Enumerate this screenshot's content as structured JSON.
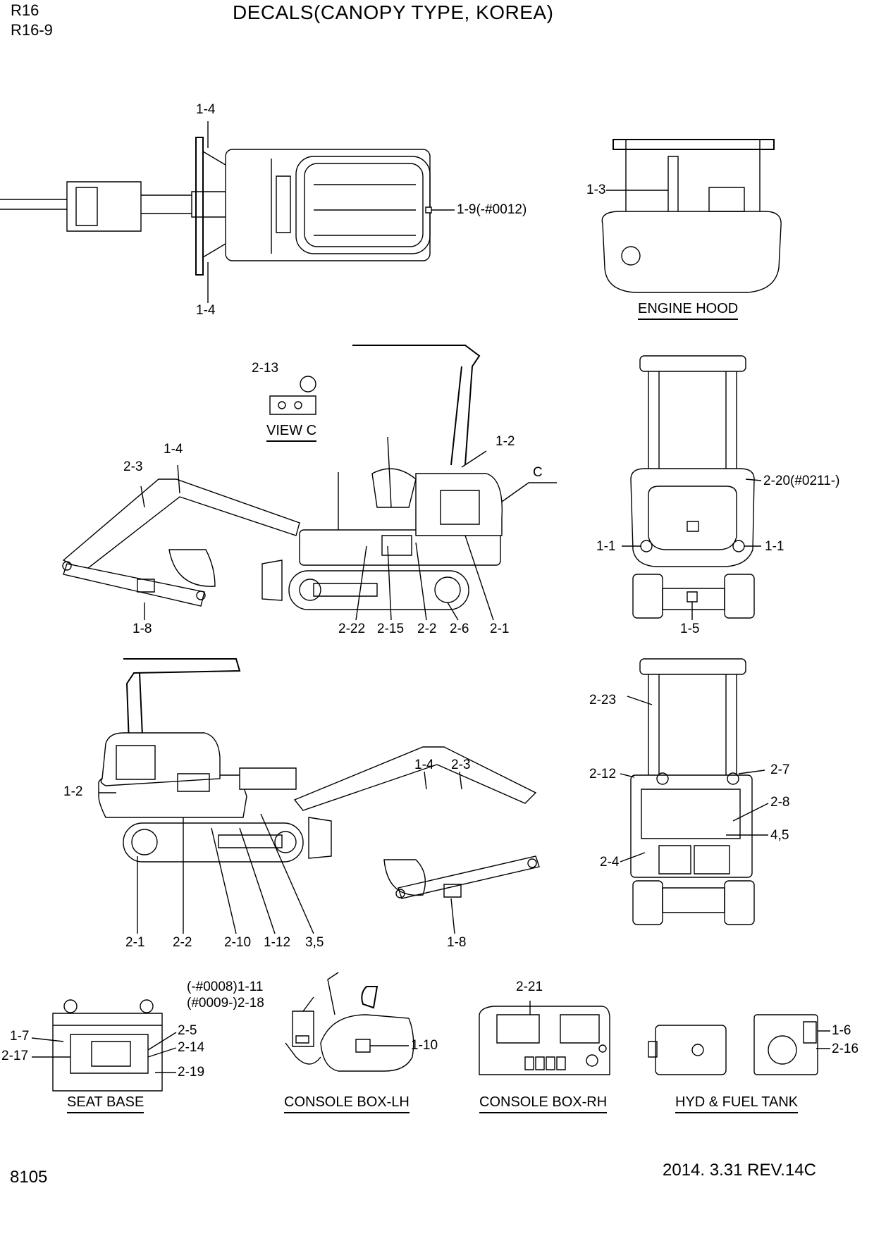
{
  "header": {
    "model_1": "R16",
    "model_2": "R16-9",
    "title": "DECALS(CANOPY TYPE, KOREA)"
  },
  "views": {
    "engine_hood": "ENGINE HOOD",
    "view_c": "VIEW C",
    "seat_base": "SEAT BASE",
    "console_lh": "CONSOLE BOX-LH",
    "console_rh": "CONSOLE BOX-RH",
    "hyd_fuel_tank": "HYD & FUEL TANK"
  },
  "callouts": {
    "top_1_4_upper": "1-4",
    "top_1_4_lower": "1-4",
    "top_1_9": "1-9(-#0012)",
    "hood_1_3": "1-3",
    "side1_2_13": "2-13",
    "side1_1_4": "1-4",
    "side1_2_3": "2-3",
    "side1_1_2": "1-2",
    "side1_c": "C",
    "side1_1_8": "1-8",
    "side1_2_22": "2-22",
    "side1_2_15": "2-15",
    "side1_2_2": "2-2",
    "side1_2_6": "2-6",
    "side1_2_1": "2-1",
    "rear_2_20": "2-20(#0211-)",
    "rear_1_1_left": "1-1",
    "rear_1_1_right": "1-1",
    "rear_1_5": "1-5",
    "side2_1_2": "1-2",
    "side2_1_4": "1-4",
    "side2_2_3": "2-3",
    "side2_2_1": "2-1",
    "side2_2_2": "2-2",
    "side2_2_10": "2-10",
    "side2_1_12": "1-12",
    "side2_3_5": "3,5",
    "side2_1_8": "1-8",
    "front_2_23": "2-23",
    "front_2_12": "2-12",
    "front_2_7": "2-7",
    "front_2_8": "2-8",
    "front_4_5": "4,5",
    "front_2_4": "2-4",
    "seat_1_7": "1-7",
    "seat_2_17": "2-17",
    "seat_2_5": "2-5",
    "seat_2_14": "2-14",
    "seat_2_19": "2-19",
    "lh_1_11": "(-#0008)1-11",
    "lh_2_18": "(#0009-)2-18",
    "lh_1_10": "1-10",
    "rh_2_21": "2-21",
    "tank_1_6": "1-6",
    "tank_2_16": "2-16"
  },
  "footer": {
    "page_no": "8105",
    "revision": "2014. 3.31  REV.14C"
  }
}
